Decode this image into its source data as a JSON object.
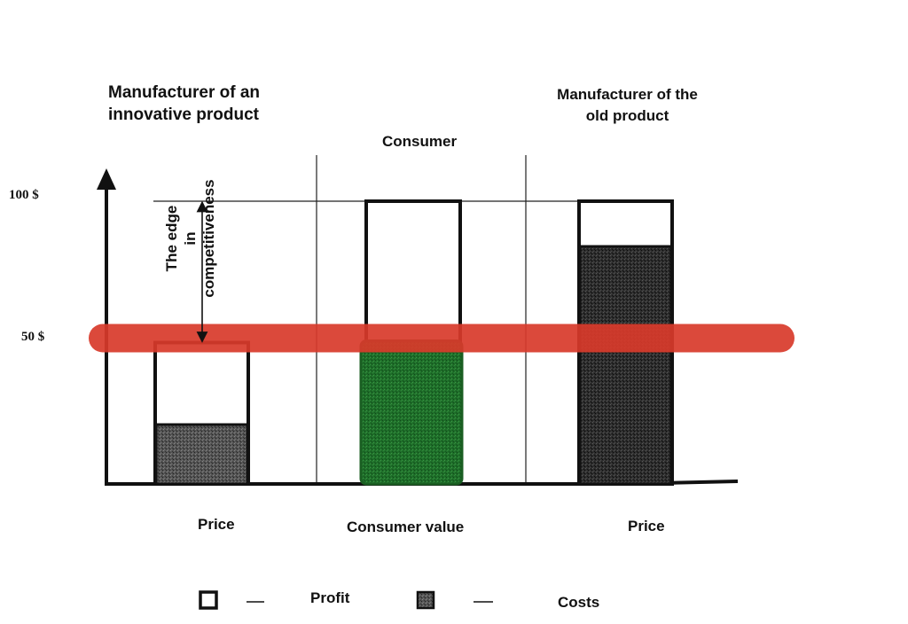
{
  "labels": {
    "innovative_title_line1": "Manufacturer of an",
    "innovative_title_line2": "innovative product",
    "consumer_title": "Consumer",
    "old_title_line1": "Manufacturer of the",
    "old_title_line2": "old product",
    "edge_line1": "The edge",
    "edge_line2": "in",
    "edge_line3": "competitiveness",
    "tick_100": "100 $",
    "tick_50": "50 $",
    "cat_innovative": "Price",
    "cat_consumer": "Consumer value",
    "cat_old": "Price"
  },
  "legend": {
    "profit_label": "Profit",
    "costs_label": "Costs"
  },
  "colors": {
    "axis": "#111111",
    "profit_fill": "#ffffff",
    "cost_fill": "#5a5a5a",
    "cost_fill_dark": "#2a2a2a",
    "consumer_value_fill": "#1f6e2a",
    "threshold_line": "#d93a2b"
  },
  "diagram_data": {
    "scale_max": 100,
    "threshold": 50,
    "bars": [
      {
        "name": "innovative",
        "total": 50,
        "cost": 21
      },
      {
        "name": "consumer",
        "total": 100,
        "value": 50
      },
      {
        "name": "old",
        "total": 100,
        "cost": 84
      }
    ]
  }
}
